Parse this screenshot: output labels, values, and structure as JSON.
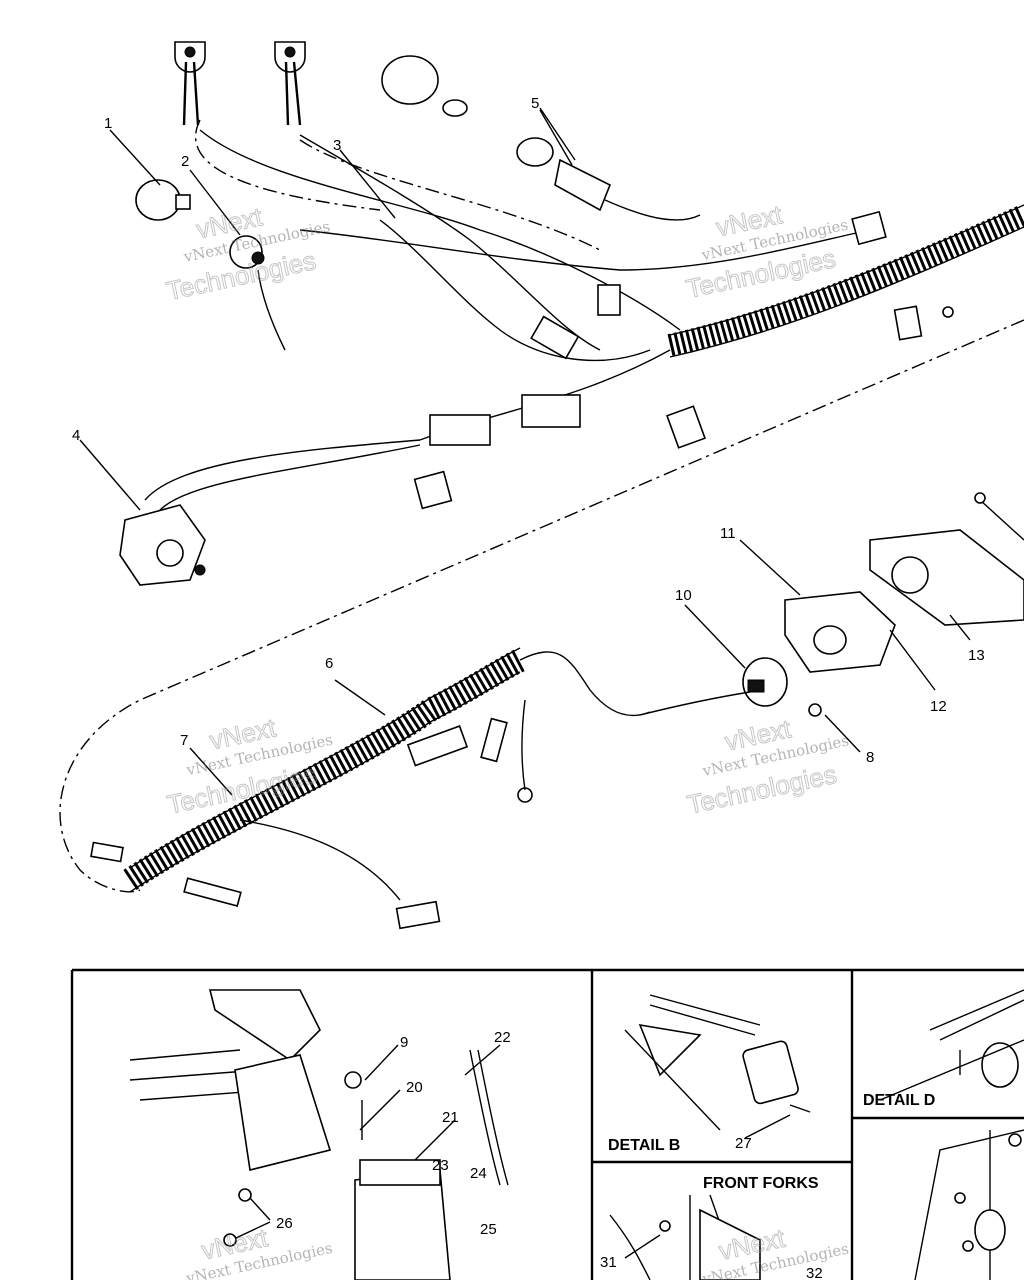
{
  "callouts": {
    "c1": "1",
    "c2": "2",
    "c3": "3",
    "c4": "4",
    "c5": "5",
    "c6": "6",
    "c7": "7",
    "c8": "8",
    "c9": "9",
    "c10": "10",
    "c11": "11",
    "c12": "12",
    "c13": "13",
    "c20": "20",
    "c21": "21",
    "c22": "22",
    "c23": "23",
    "c24": "24",
    "c25": "25",
    "c26": "26",
    "c27": "27",
    "c31": "31",
    "c32": "32"
  },
  "details": {
    "detail_b": "DETAIL B",
    "detail_d": "DETAIL D",
    "front_forks": "FRONT FORKS"
  },
  "watermark": {
    "line1": "vNext",
    "line2": "vNext Technologies",
    "line3": "Technologies"
  }
}
